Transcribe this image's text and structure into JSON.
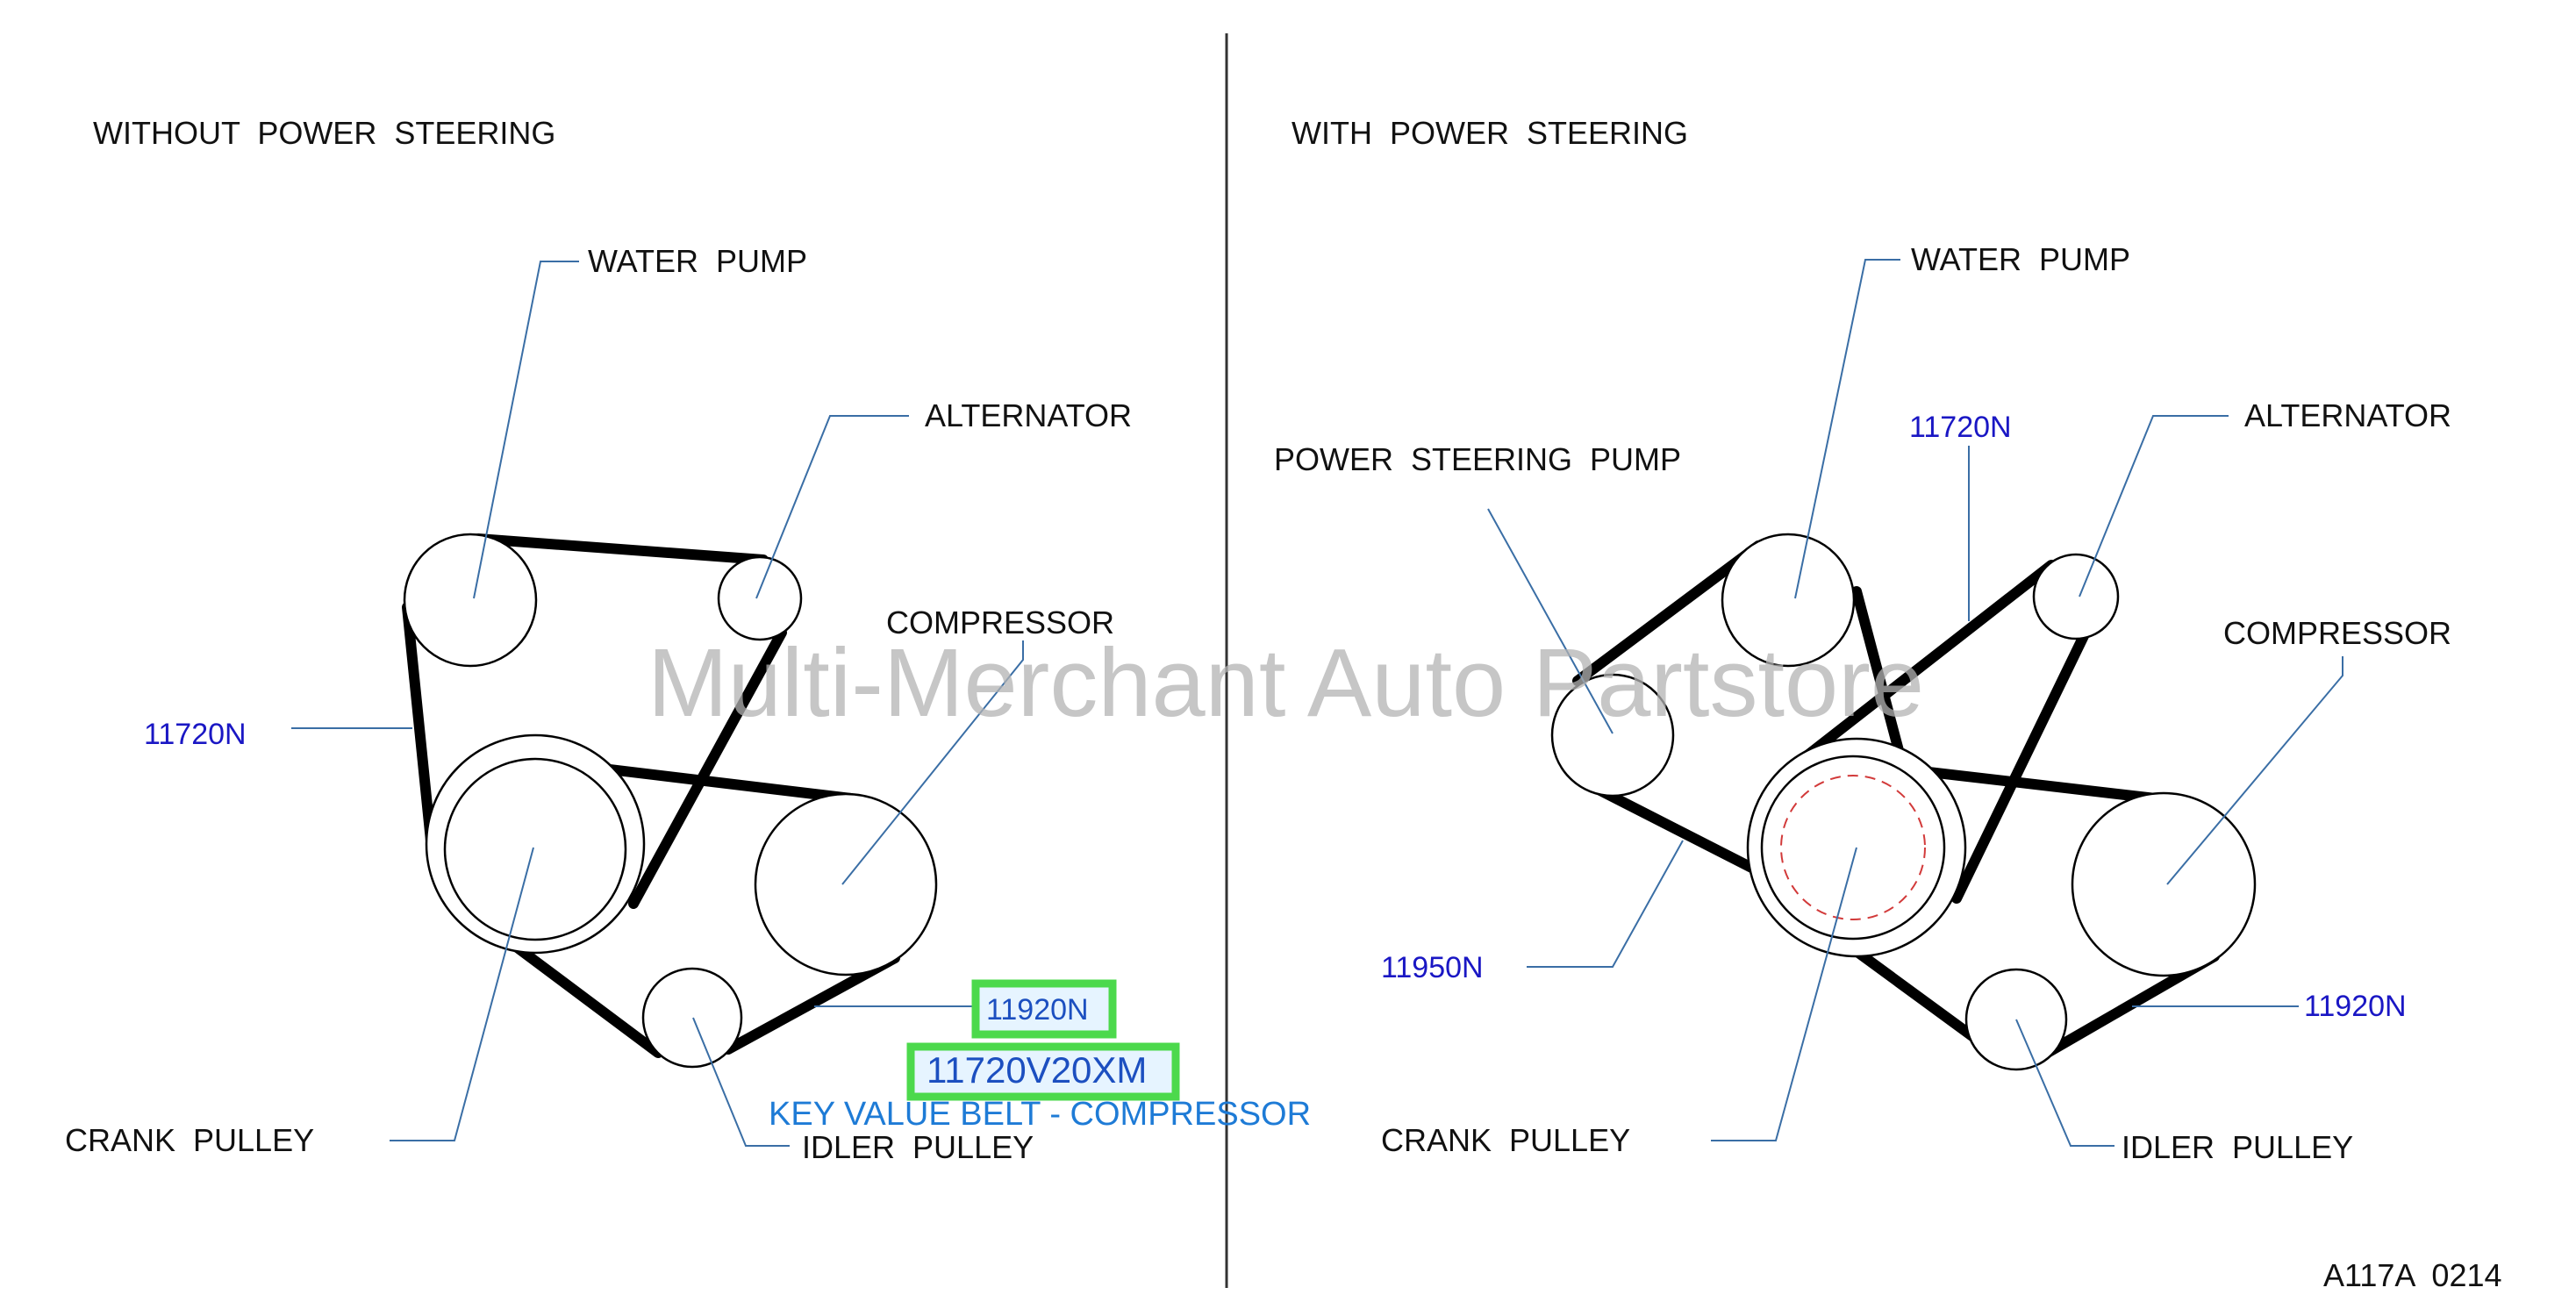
{
  "left": {
    "title": "WITHOUT  POWER  STEERING",
    "labels": {
      "water_pump": "WATER  PUMP",
      "alternator": "ALTERNATOR",
      "compressor": "COMPRESSOR",
      "crank_pulley": "CRANK  PULLEY",
      "idler_pulley": "IDLER  PULLEY"
    },
    "parts": {
      "belt_main": "11720N",
      "belt_compressor": "11920N"
    },
    "key_value": {
      "part_number": "11720V20XM",
      "description": "KEY VALUE BELT - COMPRESSOR"
    }
  },
  "right": {
    "title": "WITH  POWER  STEERING",
    "labels": {
      "water_pump": "WATER  PUMP",
      "alternator": "ALTERNATOR",
      "power_steering_pump": "POWER  STEERING  PUMP",
      "compressor": "COMPRESSOR",
      "crank_pulley": "CRANK  PULLEY",
      "idler_pulley": "IDLER  PULLEY"
    },
    "parts": {
      "belt_main": "11720N",
      "belt_ps": "11950N",
      "belt_compressor": "11920N"
    }
  },
  "watermark": "Multi-Merchant Auto Partstore",
  "figure_code": "A117A  0214",
  "colors": {
    "part_number": "#1a17c4",
    "highlight_border": "#4cd94c",
    "key_value_text": "#1e7bd6",
    "leader": "#3a6ea5",
    "belt": "#000000",
    "watermark": "#b3b3b3"
  }
}
